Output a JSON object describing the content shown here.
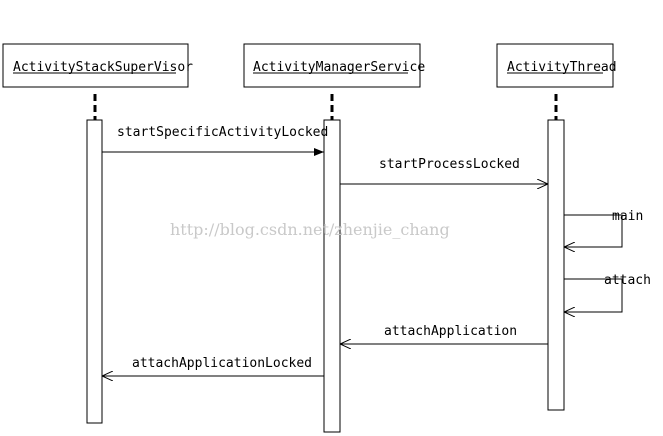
{
  "participants": [
    {
      "label": "ActivityStackSuperVisor"
    },
    {
      "label": "ActivityManagerService"
    },
    {
      "label": "ActivityThread"
    }
  ],
  "messages": [
    {
      "label": "startSpecificActivityLocked",
      "from": 0,
      "to": 1
    },
    {
      "label": "startProcessLocked",
      "from": 1,
      "to": 2
    },
    {
      "label": "main",
      "from": 2,
      "to": 2
    },
    {
      "label": "attach",
      "from": 2,
      "to": 2
    },
    {
      "label": "attachApplication",
      "from": 2,
      "to": 1
    },
    {
      "label": "attachApplicationLocked",
      "from": 1,
      "to": 0
    }
  ],
  "watermark": "http://blog.csdn.net/zhenjie_chang"
}
